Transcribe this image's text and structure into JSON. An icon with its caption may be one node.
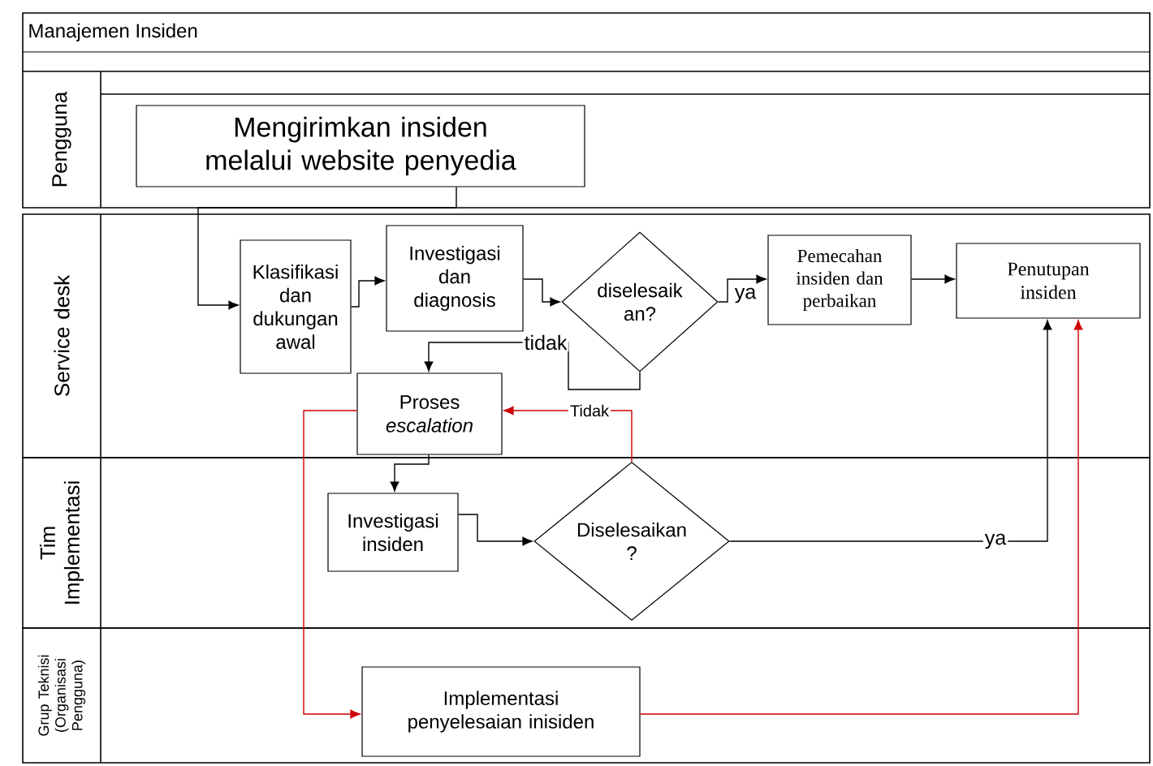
{
  "diagram": {
    "title": "Manajemen Insiden",
    "nodes": [
      {
        "text": [
          "Pengguna"
        ]
      },
      {
        "text": [
          "Mengirimkan insiden melalui website penyedia"
        ],
        "in": 0
      },
      {
        "text": [
          "Service desk"
        ]
      },
      {
        "text": [
          "Klasifikasi dan dukungan awal"
        ],
        "in": 2
      },
      {
        "text": [
          "Investigasi dan diagnosis"
        ],
        "in": 2
      },
      {
        "text": [
          "diselesaik an?"
        ],
        "in": 2
      },
      {
        "text": [
          "Pemecahan insiden dan perbaikan"
        ],
        "in": 2
      },
      {
        "text": [
          "Penutupan insiden"
        ],
        "in": 2
      },
      {
        "text": [
          "Proses *escalation*"
        ],
        "in": 2
      },
      {
        "text": [
          "Tim Implementasi"
        ]
      },
      {
        "text": [
          "Investigasi insiden"
        ],
        "in": 9
      },
      {
        "text": [
          "Diselesaikan ?"
        ],
        "in": 9
      },
      {
        "text": [
          "Grup Teknisi (Organisasi Pengguna)"
        ]
      },
      {
        "text": [
          "Implementasi penyelesaian inisiden"
        ],
        "in": 12
      }
    ],
    "edges": [
      {
        "from": 1,
        "to": 3,
        "arrow": "to"
      },
      {
        "from": 3,
        "to": 4,
        "arrow": "to"
      },
      {
        "from": 4,
        "to": 5,
        "arrow": "to"
      },
      {
        "from": 5,
        "to": 6,
        "arrow": "to",
        "label": "ya"
      },
      {
        "from": 6,
        "to": 7,
        "arrow": "to"
      },
      {
        "from": 5,
        "to": 8,
        "arrow": "to",
        "label": "tidak"
      },
      {
        "from": 8,
        "to": 10,
        "arrow": "to"
      },
      {
        "from": 10,
        "to": 11,
        "arrow": "to"
      },
      {
        "from": 11,
        "to": 7,
        "arrow": "to",
        "label": "ya"
      },
      {
        "from": 11,
        "to": 8,
        "arrow": "to",
        "label": "Tidak",
        "color": "#cc0000"
      },
      {
        "from": 8,
        "to": 13,
        "arrow": "to",
        "color": "#cc0000"
      },
      {
        "from": 13,
        "to": 7,
        "arrow": "to",
        "color": "#cc0000"
      }
    ]
  }
}
